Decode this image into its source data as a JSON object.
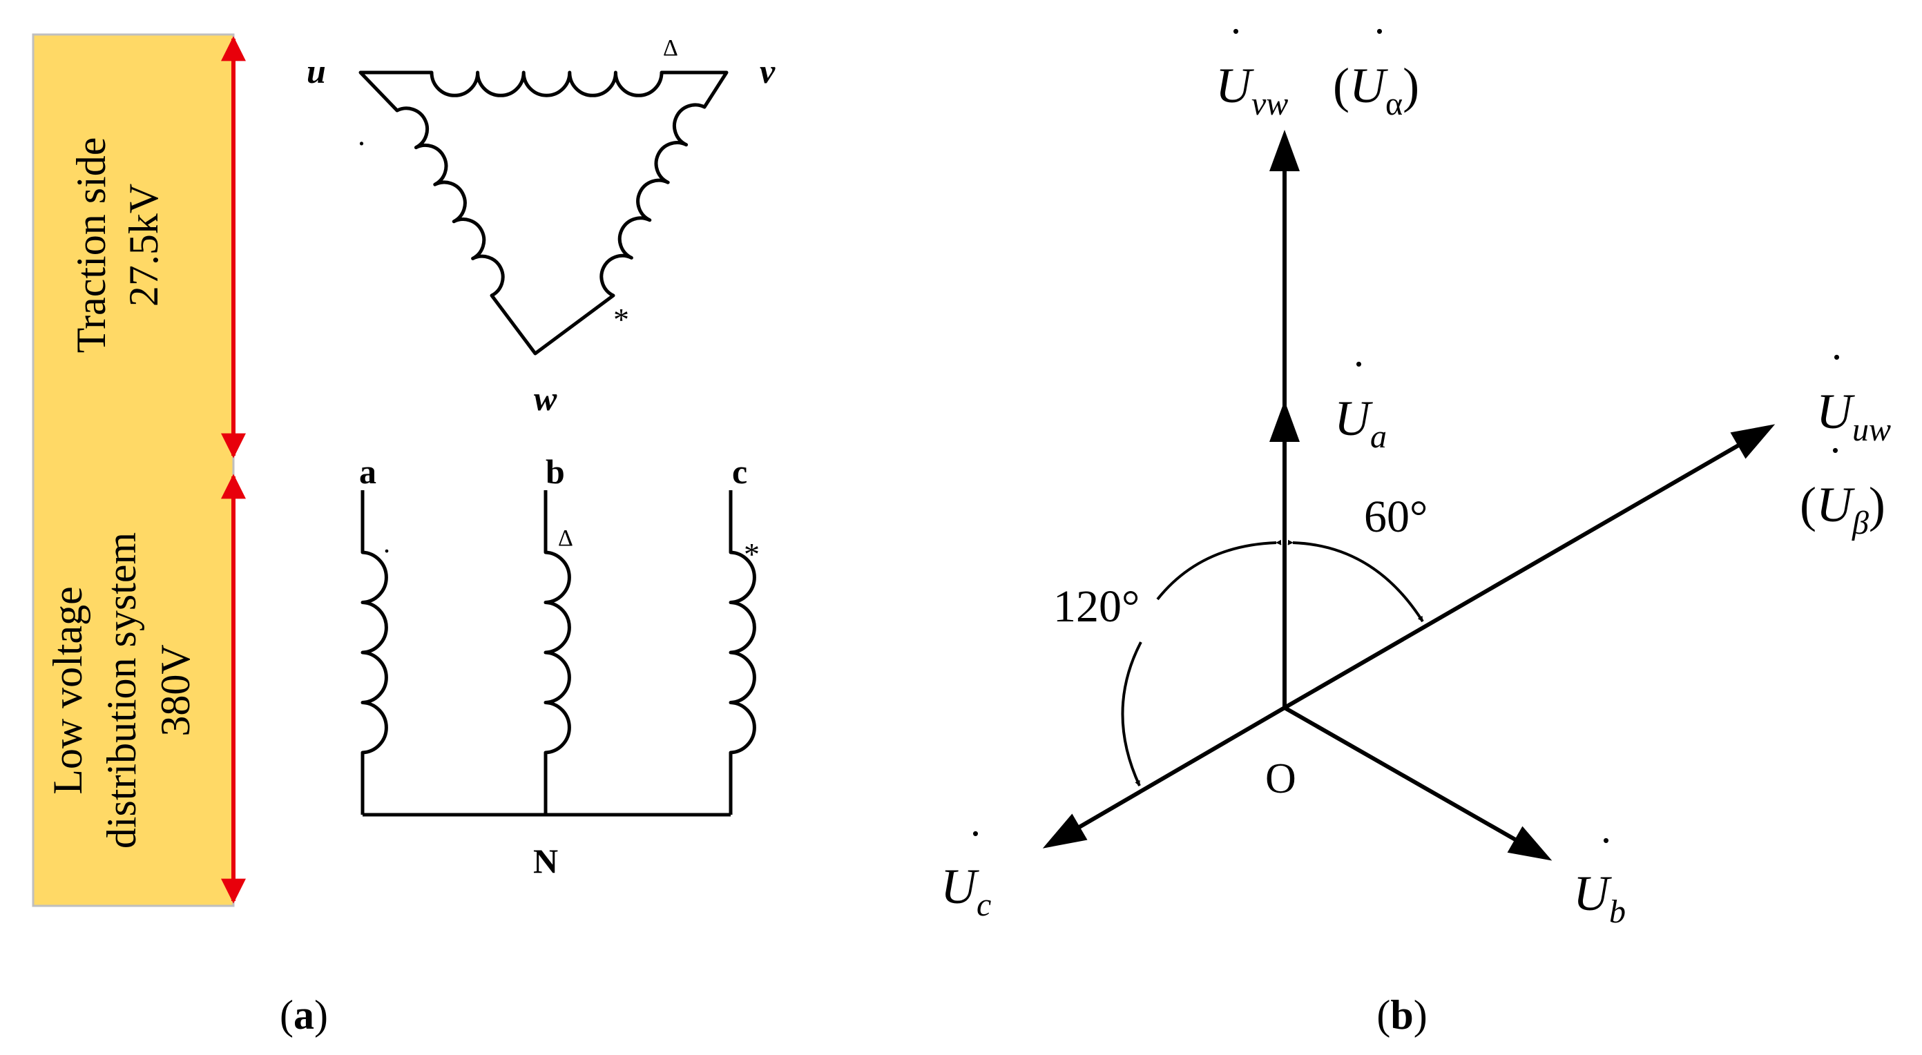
{
  "panel_a": {
    "side_labels": {
      "traction_line1": "Traction side",
      "traction_line2": "27.5kV",
      "low_line1": "Low voltage",
      "low_line2": "distribution system",
      "low_line3": "380V"
    },
    "delta_terminals": {
      "u": "u",
      "v": "v",
      "w": "w"
    },
    "star_terminals": {
      "a": "a",
      "b": "b",
      "c": "c",
      "n": "N"
    },
    "polarity_marks": {
      "dot": ".",
      "triangle": "Δ",
      "star": "*"
    },
    "caption": {
      "open": "(",
      "letter": "a",
      "close": ")"
    },
    "colors": {
      "band": "#FFD966",
      "arrow": "#E8000B"
    }
  },
  "panel_b": {
    "origin": "O",
    "phasors": {
      "uvw": {
        "base": "U",
        "sub": "vw",
        "alias_base": "U",
        "alias_sub": "α"
      },
      "ua": {
        "base": "U",
        "sub": "a"
      },
      "uuw": {
        "base": "U",
        "sub": "uw",
        "alias_base": "U",
        "alias_sub": "β"
      },
      "ub": {
        "base": "U",
        "sub": "b"
      },
      "uc": {
        "base": "U",
        "sub": "c"
      }
    },
    "angles": {
      "a60": "60°",
      "a120": "120°"
    },
    "caption": {
      "open": "(",
      "letter": "b",
      "close": ")"
    }
  }
}
